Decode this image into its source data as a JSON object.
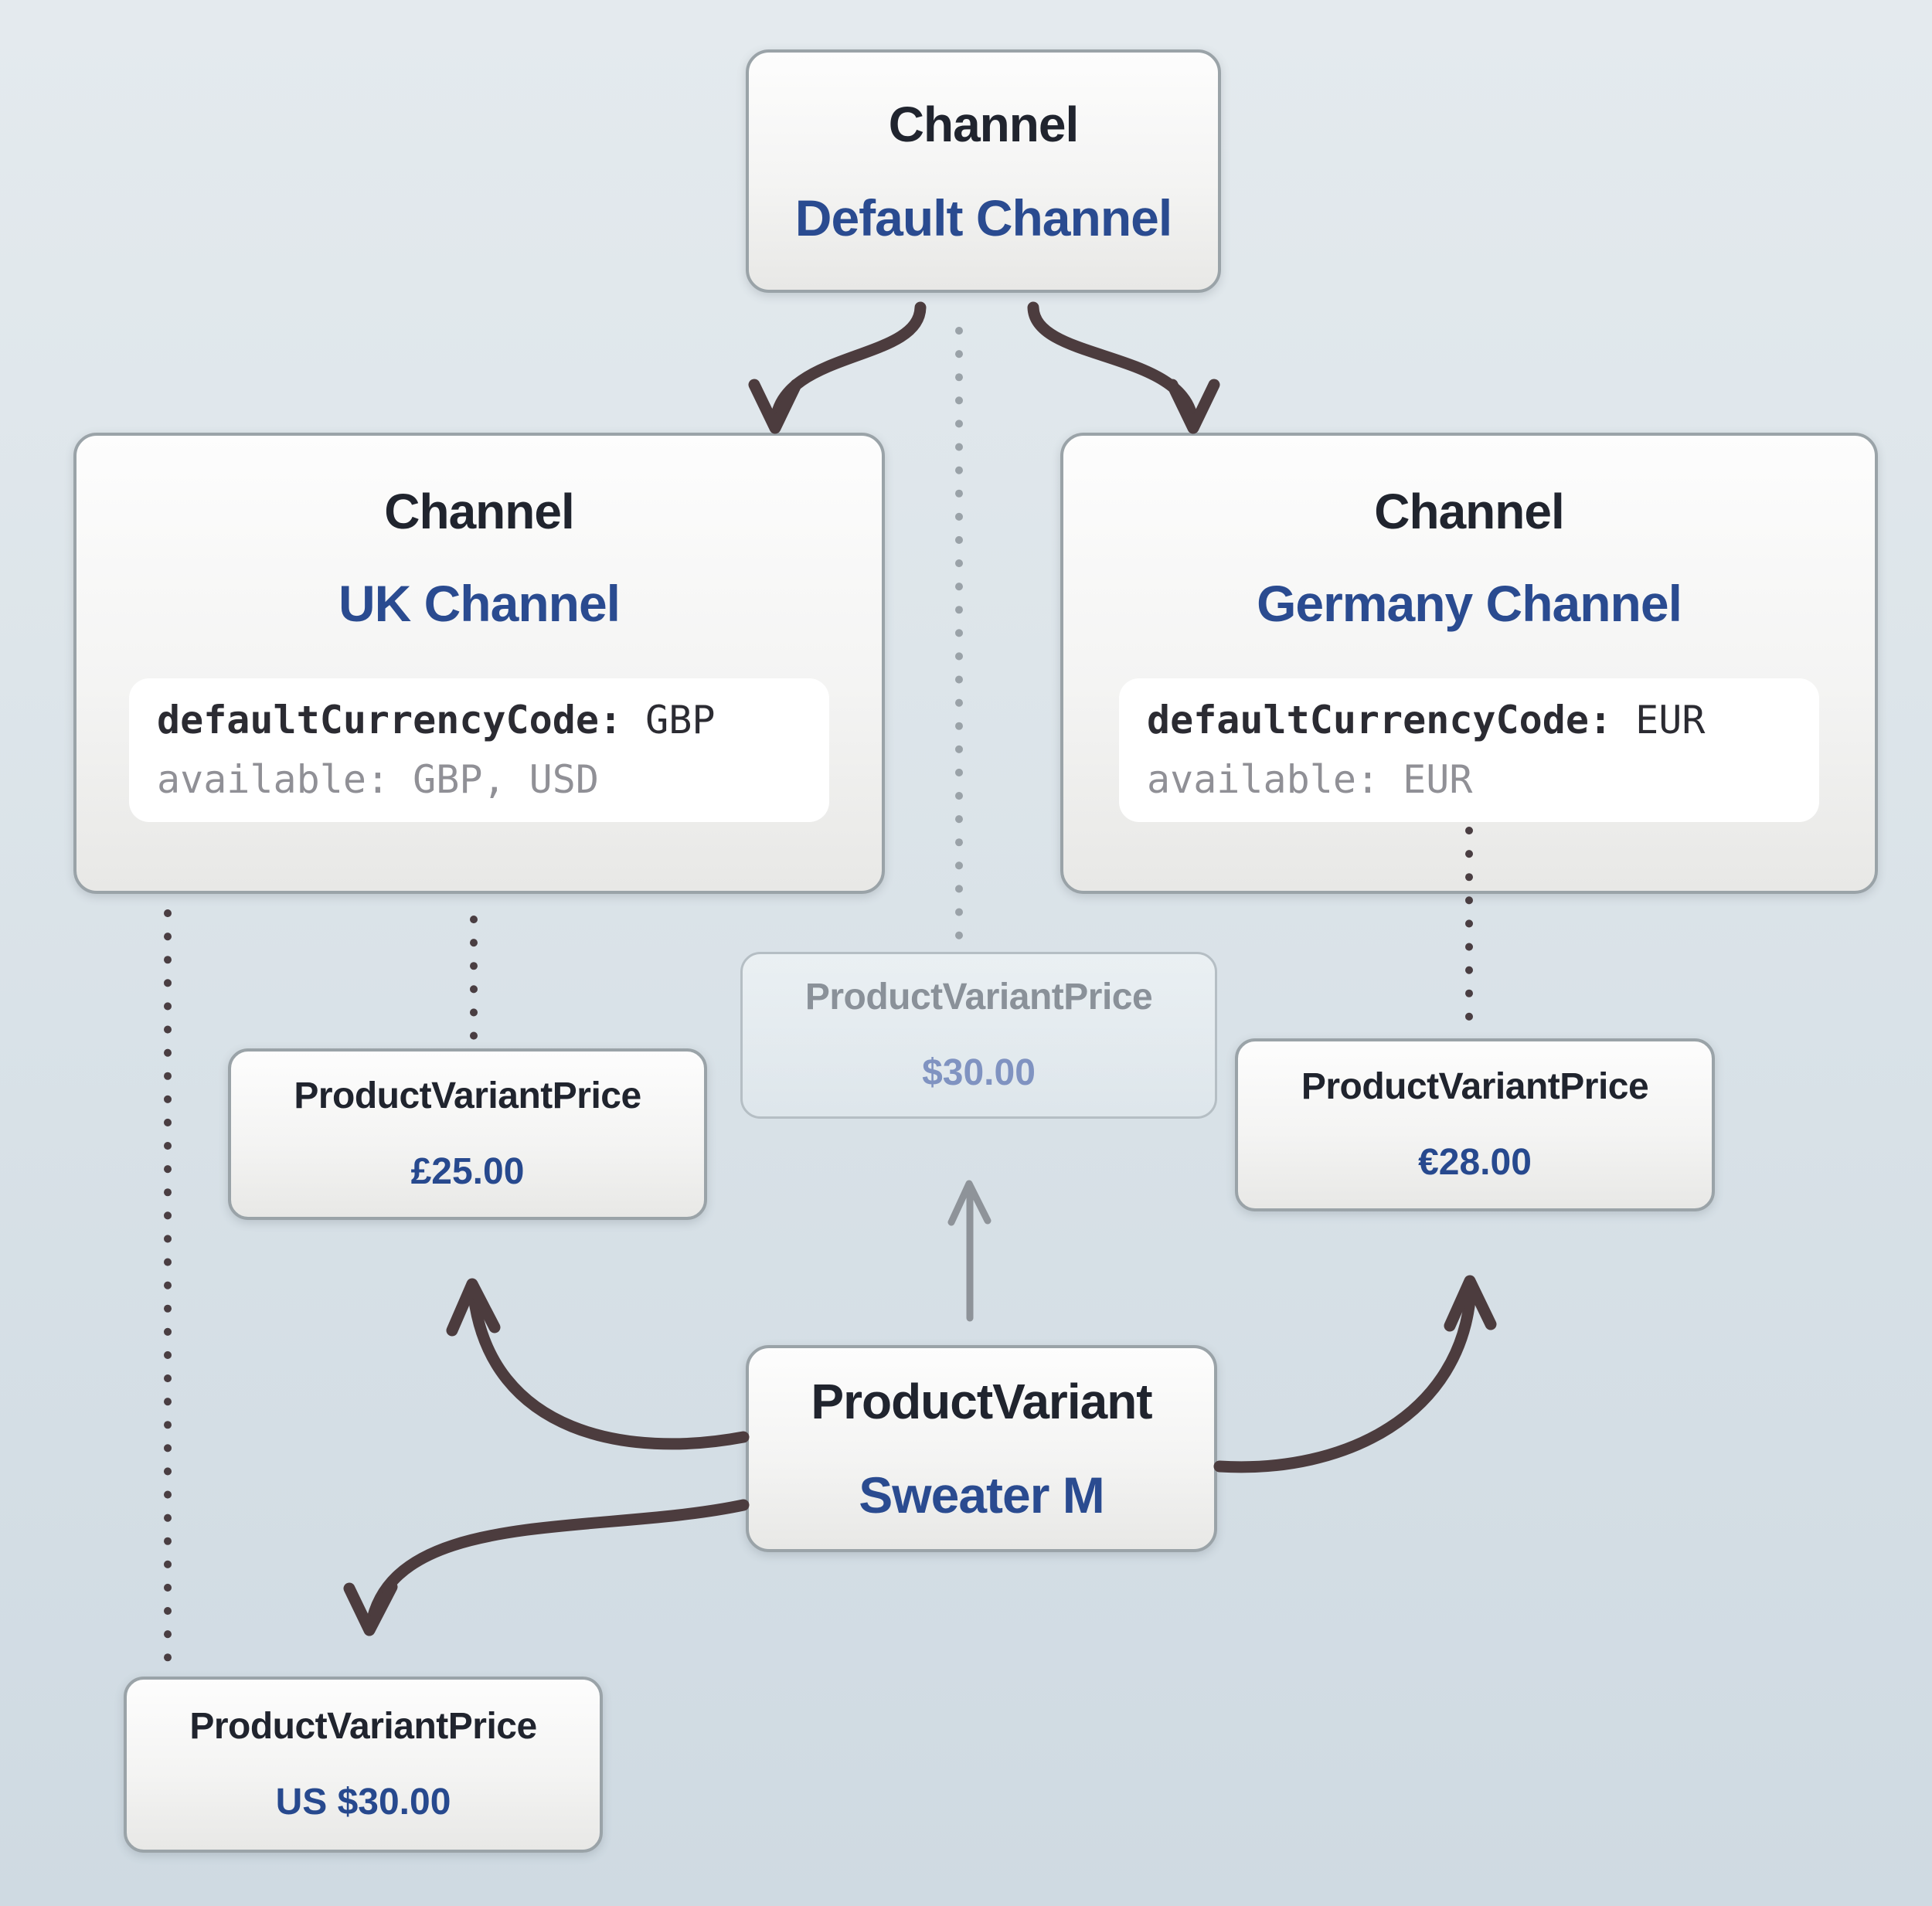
{
  "diagram": {
    "nodes": {
      "default_channel": {
        "type": "Channel",
        "name": "Default Channel"
      },
      "uk_channel": {
        "type": "Channel",
        "name": "UK Channel",
        "code": {
          "key1": "defaultCurrencyCode:",
          "val1": " GBP",
          "key2": "available:",
          "val2": " GBP, USD"
        }
      },
      "germany_channel": {
        "type": "Channel",
        "name": "Germany Channel",
        "code": {
          "key1": "defaultCurrencyCode:",
          "val1": " EUR",
          "key2": "available:",
          "val2": " EUR"
        }
      },
      "price_default": {
        "type": "ProductVariantPrice",
        "value": "$30.00"
      },
      "price_uk": {
        "type": "ProductVariantPrice",
        "value": "£25.00"
      },
      "price_germany": {
        "type": "ProductVariantPrice",
        "value": "€28.00"
      },
      "price_us": {
        "type": "ProductVariantPrice",
        "value": "US $30.00"
      },
      "product_variant": {
        "type": "ProductVariant",
        "name": "Sweater M"
      }
    },
    "edges": [
      {
        "from": "Default Channel",
        "to": "UK Channel",
        "style": "solid-arrow"
      },
      {
        "from": "Default Channel",
        "to": "Germany Channel",
        "style": "solid-arrow"
      },
      {
        "from": "Default Channel",
        "to": "ProductVariantPrice $30.00",
        "style": "dotted"
      },
      {
        "from": "UK Channel",
        "to": "ProductVariantPrice £25.00",
        "style": "dotted"
      },
      {
        "from": "UK Channel",
        "to": "ProductVariantPrice US $30.00",
        "style": "dotted"
      },
      {
        "from": "Germany Channel",
        "to": "ProductVariantPrice €28.00",
        "style": "dotted"
      },
      {
        "from": "ProductVariant Sweater M",
        "to": "ProductVariantPrice £25.00",
        "style": "solid-arrow"
      },
      {
        "from": "ProductVariant Sweater M",
        "to": "ProductVariantPrice €28.00",
        "style": "solid-arrow"
      },
      {
        "from": "ProductVariant Sweater M",
        "to": "ProductVariantPrice US $30.00",
        "style": "solid-arrow"
      },
      {
        "from": "ProductVariant Sweater M",
        "to": "ProductVariantPrice $30.00",
        "style": "gray-arrow"
      }
    ],
    "colors": {
      "name_blue": "#2a4b90",
      "price_blue": "#27498e",
      "dark_text": "#20242e",
      "edge_dark": "#4c3c3e",
      "edge_gray": "#8e9399",
      "dot_dark": "#4a3e42",
      "dot_light": "#9aa2a8",
      "code_dark": "#2b2b32",
      "code_muted": "#909096"
    }
  }
}
